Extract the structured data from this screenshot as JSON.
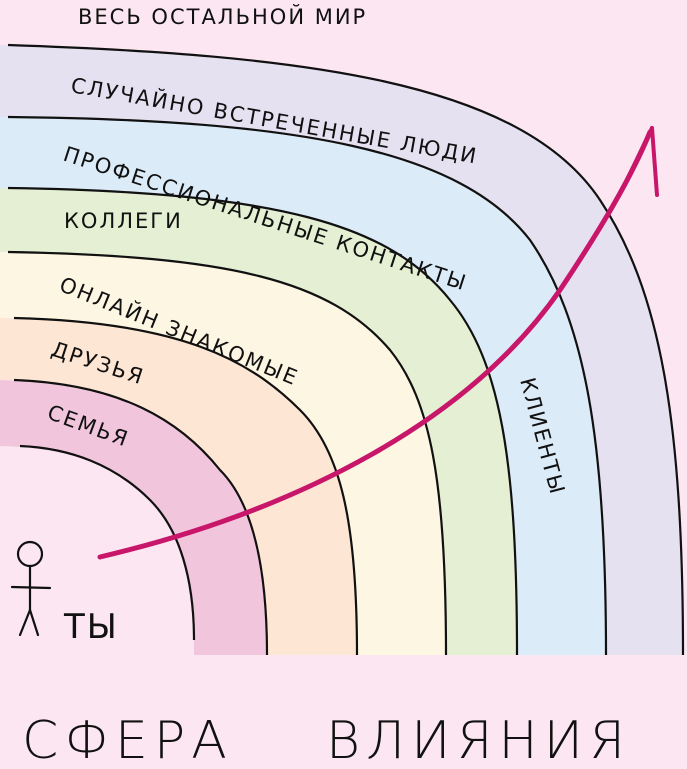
{
  "title": "СФЕРА ВЛИЯНИЯ",
  "title_words": [
    "СФЕРА",
    "ВЛИЯНИЯ"
  ],
  "center_label": "ТЫ",
  "outside_label": "ВЕСЬ ОСТАЛЬНОЙ МИР",
  "rings": [
    {
      "label": "СЕМЬЯ",
      "color": "#f1c6dc"
    },
    {
      "label": "ДРУЗЬЯ",
      "color": "#fde6d4"
    },
    {
      "label": "ОНЛАЙН ЗНАКОМЫЕ",
      "color": "#fdf6e3"
    },
    {
      "label": "КОЛЛЕГИ",
      "color": "#e4efd3"
    },
    {
      "label": "ПРОФЕССИОНАЛЬНЫЕ КОНТАКТЫ",
      "color": "#dcebf8"
    },
    {
      "label": "КЛИЕНТЫ",
      "color": "#dcebf8"
    },
    {
      "label": "СЛУЧАЙНО ВСТРЕЧЕННЫЕ ЛЮДИ",
      "color": "#e5e1f0"
    }
  ],
  "arrow_color": "#c8166b",
  "background_color": "#fbe6f1"
}
